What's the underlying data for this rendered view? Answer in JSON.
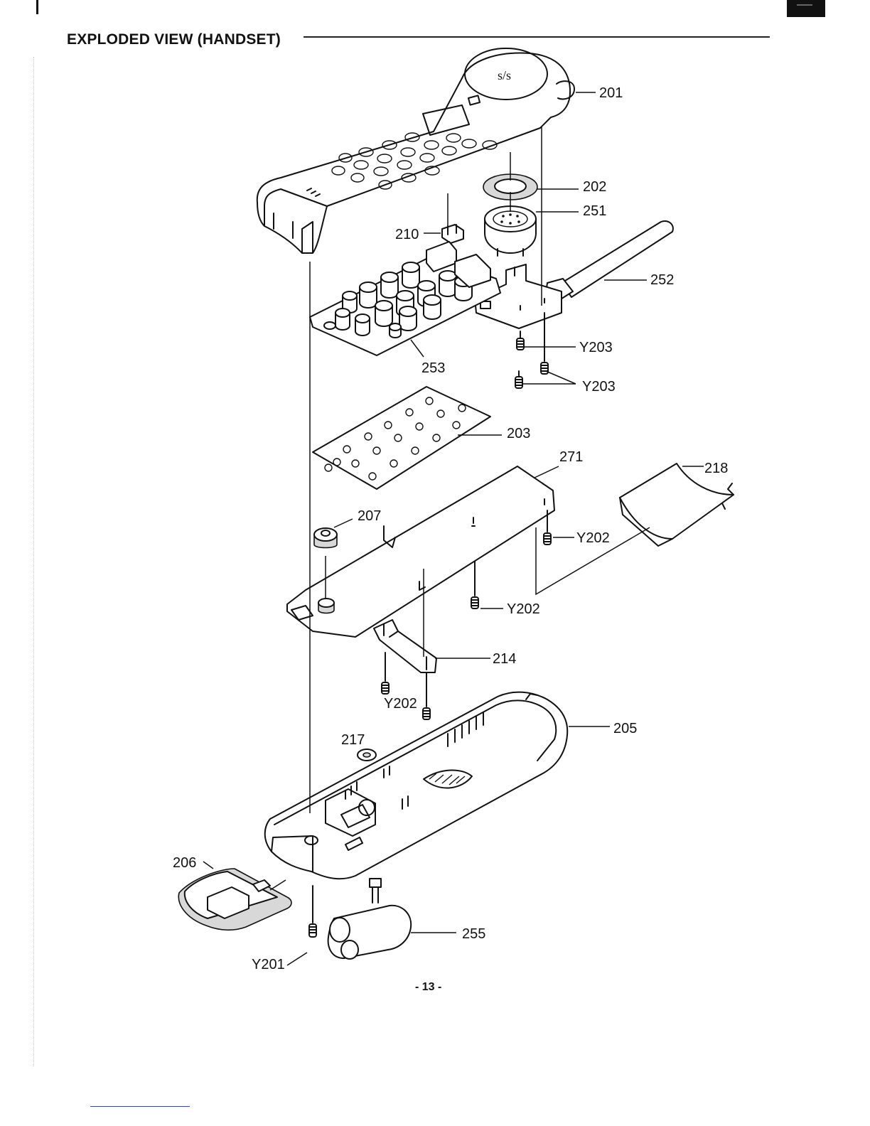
{
  "page": {
    "title": "EXPLODED VIEW (HANDSET)",
    "page_number": "- 13 -"
  },
  "parts": [
    {
      "id": "201",
      "label": "201"
    },
    {
      "id": "202",
      "label": "202"
    },
    {
      "id": "251",
      "label": "251"
    },
    {
      "id": "210",
      "label": "210"
    },
    {
      "id": "252",
      "label": "252"
    },
    {
      "id": "253",
      "label": "253"
    },
    {
      "id": "Y203a",
      "label": "Y203"
    },
    {
      "id": "Y203b",
      "label": "Y203"
    },
    {
      "id": "203",
      "label": "203"
    },
    {
      "id": "271",
      "label": "271"
    },
    {
      "id": "218",
      "label": "218"
    },
    {
      "id": "207",
      "label": "207"
    },
    {
      "id": "Y202a",
      "label": "Y202"
    },
    {
      "id": "Y202b",
      "label": "Y202"
    },
    {
      "id": "214",
      "label": "214"
    },
    {
      "id": "Y202c",
      "label": "Y202"
    },
    {
      "id": "205",
      "label": "205"
    },
    {
      "id": "217",
      "label": "217"
    },
    {
      "id": "206",
      "label": "206"
    },
    {
      "id": "255",
      "label": "255"
    },
    {
      "id": "Y201",
      "label": "Y201"
    }
  ]
}
